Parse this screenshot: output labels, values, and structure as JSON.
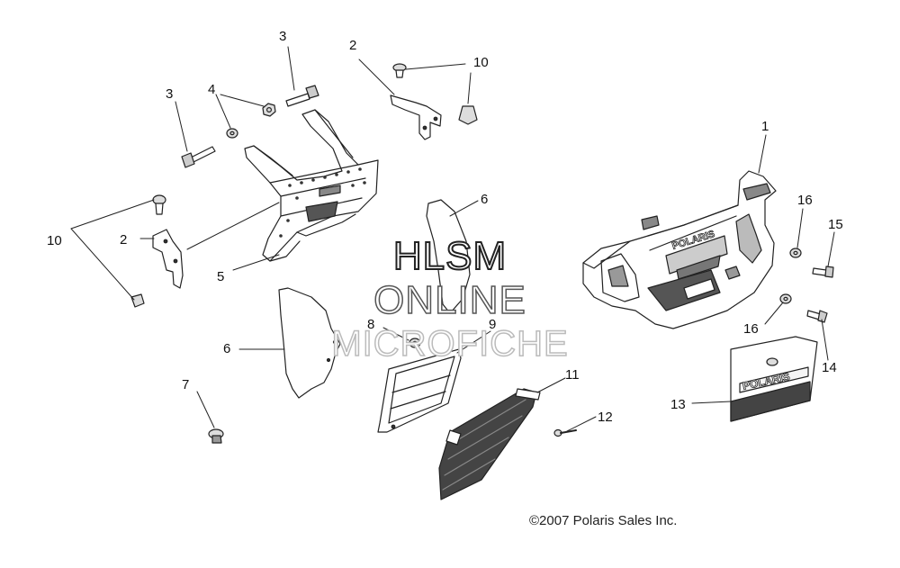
{
  "callouts": {
    "c1": "1",
    "c2a": "2",
    "c2b": "2",
    "c3a": "3",
    "c3b": "3",
    "c4": "4",
    "c5": "5",
    "c6a": "6",
    "c6b": "6",
    "c7": "7",
    "c8": "8",
    "c9": "9",
    "c10a": "10",
    "c10b": "10",
    "c11": "11",
    "c12": "12",
    "c13": "13",
    "c14": "14",
    "c15": "15",
    "c16a": "16",
    "c16b": "16"
  },
  "watermark": {
    "line1": "HLSM",
    "line2": "ONLINE",
    "line3": "MICROFICHE"
  },
  "bumper_logo": "POLARIS",
  "panel_logo": "POLARIS",
  "copyright": "©2007 Polaris Sales Inc."
}
